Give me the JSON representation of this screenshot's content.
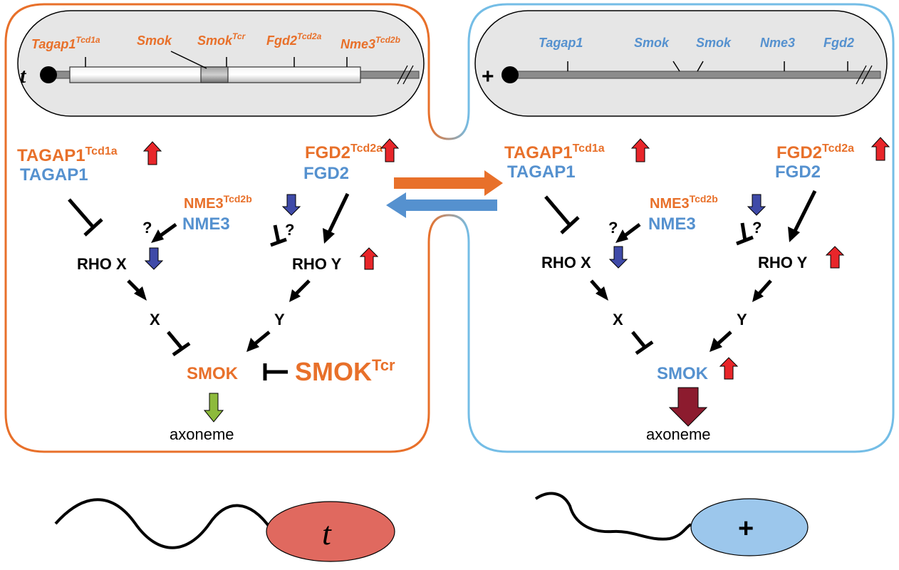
{
  "colors": {
    "t_haplotype": "#E8702A",
    "wild_type": "#5591CF",
    "left_border": "#E8702A",
    "right_border": "#74BDE6",
    "up_arrow": "#E8262A",
    "down_arrow": "#3F4AA8",
    "smok_down_arrow": "#8DBA3C",
    "smok_up_arrow": "#8C1B2E",
    "t_sperm_head": "#E0695F",
    "wt_sperm_head": "#9CC7EC",
    "chromosome_panel": "#E6E6E6"
  },
  "left": {
    "chrom_symbol": "t",
    "genes": [
      {
        "name": "Tagap1",
        "sup": "Tcd1a"
      },
      {
        "name": "Smok",
        "sup": ""
      },
      {
        "name": "Smok",
        "sup": "Tcr"
      },
      {
        "name": "Fgd2",
        "sup": "Tcd2a"
      },
      {
        "name": "Nme3",
        "sup": "Tcd2b"
      }
    ],
    "tagap1_mut": {
      "name": "TAGAP1",
      "sup": "Tcd1a"
    },
    "tagap1_wt": "TAGAP1",
    "fgd2_mut": {
      "name": "FGD2",
      "sup": "Tcd2a"
    },
    "fgd2_wt": "FGD2",
    "nme3_mut": {
      "name": "NME3",
      "sup": "Tcd2b"
    },
    "nme3_wt": "NME3",
    "q1": "?",
    "q2": "?",
    "rho_x": "RHO X",
    "rho_y": "RHO Y",
    "x": "X",
    "y": "Y",
    "smok": "SMOK",
    "smok_tcr": {
      "name": "SMOK",
      "sup": "Tcr"
    },
    "axoneme": "axoneme",
    "sperm_label": "t"
  },
  "right": {
    "chrom_symbol": "+",
    "genes": [
      "Tagap1",
      "Smok",
      "Smok",
      "Nme3",
      "Fgd2"
    ],
    "tagap1_mut": {
      "name": "TAGAP1",
      "sup": "Tcd1a"
    },
    "tagap1_wt": "TAGAP1",
    "fgd2_mut": {
      "name": "FGD2",
      "sup": "Tcd2a"
    },
    "fgd2_wt": "FGD2",
    "nme3_mut": {
      "name": "NME3",
      "sup": "Tcd2b"
    },
    "nme3_wt": "NME3",
    "q1": "?",
    "q2": "?",
    "rho_x": "RHO X",
    "rho_y": "RHO Y",
    "x": "X",
    "y": "Y",
    "smok": "SMOK",
    "axoneme": "axoneme",
    "sperm_label": "+"
  }
}
